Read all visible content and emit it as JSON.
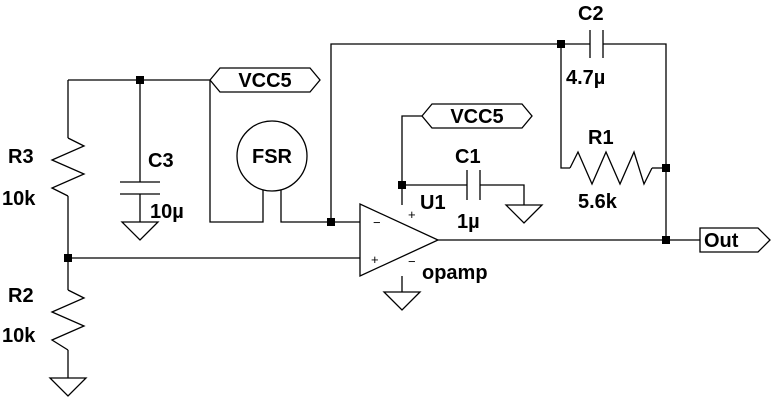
{
  "schematic": {
    "nets": {
      "vcc_top": "VCC5",
      "vcc_opamp": "VCC5",
      "out": "Out"
    },
    "components": {
      "r3": {
        "ref": "R3",
        "value": "10k"
      },
      "r2": {
        "ref": "R2",
        "value": "10k"
      },
      "c3": {
        "ref": "C3",
        "value": "10µ"
      },
      "fsr": {
        "ref": "FSR"
      },
      "c1": {
        "ref": "C1",
        "value": "1µ"
      },
      "u1": {
        "ref": "U1",
        "model": "opamp",
        "pin_plus": "+",
        "pin_minus": "−"
      },
      "r1": {
        "ref": "R1",
        "value": "5.6k"
      },
      "c2": {
        "ref": "C2",
        "value": "4.7µ"
      }
    }
  }
}
